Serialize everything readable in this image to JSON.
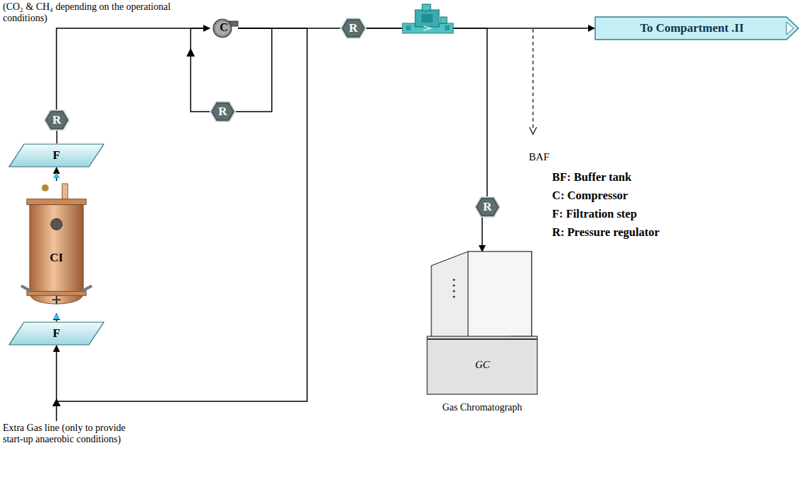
{
  "diagram": {
    "nodes": [
      {
        "text": [
          "R"
        ]
      },
      {
        "text": [
          "F"
        ]
      },
      {
        "text": [
          "CI"
        ]
      },
      {
        "text": [
          "F"
        ]
      },
      {
        "text": [
          "C"
        ]
      },
      {
        "text": [
          "R"
        ]
      },
      {
        "text": [
          "R"
        ]
      },
      {
        "text": [
          "To Compartment .II"
        ]
      },
      {
        "text": [
          "R"
        ]
      },
      {
        "text": [
          "GC",
          "Gas Chromatograph"
        ]
      }
    ],
    "edges": [
      {
        "from": 3,
        "to": 2,
        "arrow": "to"
      },
      {
        "from": 2,
        "to": 1,
        "arrow": "to"
      },
      {
        "from": 1,
        "to": 0,
        "arrow": "none"
      },
      {
        "from": 0,
        "to": 4,
        "arrow": "none"
      },
      {
        "from": 4,
        "to": 5,
        "arrow": "none"
      },
      {
        "from": 5,
        "to": 4,
        "arrow": "to"
      },
      {
        "from": 4,
        "to": 6,
        "arrow": "none"
      },
      {
        "from": 4,
        "to": 3,
        "arrow": "to"
      },
      {
        "from": 6,
        "to": 7,
        "arrow": "to"
      },
      {
        "from": 6,
        "to": 8,
        "arrow": "none"
      },
      {
        "from": 8,
        "to": 9,
        "arrow": "to"
      }
    ],
    "labels": [
      "(CO₂ & CH₄ depending on the operational conditions)",
      "BAF",
      "Extra Gas line (only to provide start-up anaerobic conditions)"
    ],
    "legend": [
      {
        "text": "BF: Buffer tank"
      },
      {
        "text": "C: Compressor"
      },
      {
        "text": "F: Filtration step"
      },
      {
        "text": "R: Pressure regulator"
      }
    ]
  }
}
